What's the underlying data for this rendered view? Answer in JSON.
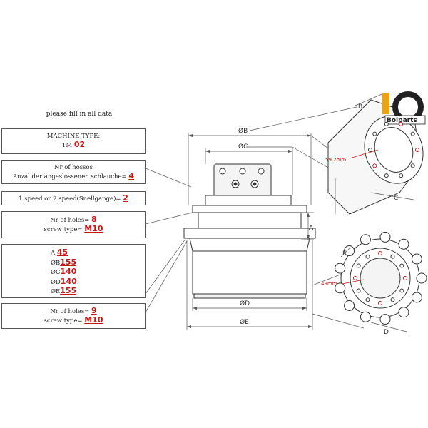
{
  "header": {
    "instruction": "please fill in all data"
  },
  "form": {
    "machine": {
      "label": "MACHINE TYPE:",
      "prefix": "TM",
      "value": "02"
    },
    "hoses": {
      "label_en": "Nr of hossos",
      "label_de": "Anzal der angeslossenen schlauche=",
      "value": "4"
    },
    "speed": {
      "label": "1 speed or 2 speed(Snellgange)=",
      "value": "2"
    },
    "holes_top": {
      "holes_label": "Nr of holes=",
      "holes_value": "8",
      "screw_label": "screw type=",
      "screw_value": "M10"
    },
    "dimensions": [
      {
        "label": "A",
        "value": "45"
      },
      {
        "label": "ØB",
        "value": "155"
      },
      {
        "label": "ØC",
        "value": "140"
      },
      {
        "label": "ØD",
        "value": "140"
      },
      {
        "label": "ØE",
        "value": "155"
      }
    ],
    "holes_bottom": {
      "holes_label": "Nr of holes=",
      "holes_value": "9",
      "screw_label": "screw type=",
      "screw_value": "M10"
    }
  },
  "drawing": {
    "dim_labels": {
      "b": "ØB",
      "c": "ØC",
      "a": "A",
      "d": "ØD",
      "e": "ØE",
      "b_detail": "B",
      "c_detail": "C",
      "e_detail": "E",
      "d_detail": "D"
    },
    "annotations": {
      "pcd_top": "59.2mm",
      "pcd_bottom": "49mm"
    },
    "accent_color": "#c8191a"
  },
  "logo": {
    "text": "Bolparts"
  }
}
